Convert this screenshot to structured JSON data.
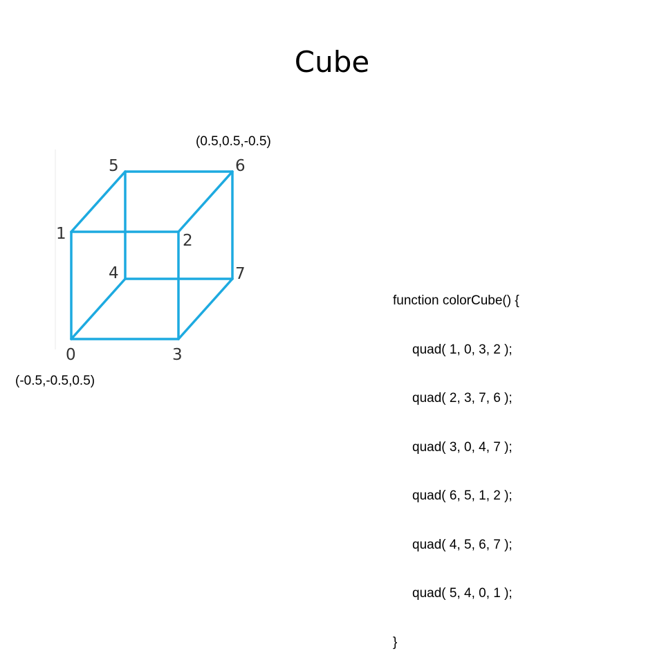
{
  "title": "Cube",
  "corner_labels": {
    "top_back": "(0.5,0.5,-0.5)",
    "bottom_front": "(-0.5,-0.5,0.5)"
  },
  "cube": {
    "edge_color": "#1DAAE0",
    "vertices": [
      {
        "label": "0",
        "x": 0,
        "y": 0,
        "z": 0
      },
      {
        "label": "1",
        "x": 0,
        "y": 1,
        "z": 0
      },
      {
        "label": "2",
        "x": 1,
        "y": 1,
        "z": 0
      },
      {
        "label": "3",
        "x": 1,
        "y": 0,
        "z": 0
      },
      {
        "label": "4",
        "x": 0,
        "y": 0,
        "z": 1
      },
      {
        "label": "5",
        "x": 0,
        "y": 1,
        "z": 1
      },
      {
        "label": "6",
        "x": 1,
        "y": 1,
        "z": 1
      },
      {
        "label": "7",
        "x": 1,
        "y": 0,
        "z": 1
      }
    ],
    "edges": [
      [
        0,
        1
      ],
      [
        1,
        2
      ],
      [
        2,
        3
      ],
      [
        3,
        0
      ],
      [
        4,
        5
      ],
      [
        5,
        6
      ],
      [
        6,
        7
      ],
      [
        7,
        4
      ],
      [
        0,
        4
      ],
      [
        1,
        5
      ],
      [
        2,
        6
      ],
      [
        3,
        7
      ]
    ]
  },
  "code": {
    "header": "function colorCube() {",
    "lines": [
      "quad( 1, 0, 3, 2 );",
      "quad( 2, 3, 7, 6 );",
      "quad( 3, 0, 4, 7 );",
      "quad( 6, 5, 1, 2 );",
      "quad( 4, 5, 6, 7 );",
      "quad( 5, 4, 0, 1 );"
    ],
    "footer": "}"
  }
}
